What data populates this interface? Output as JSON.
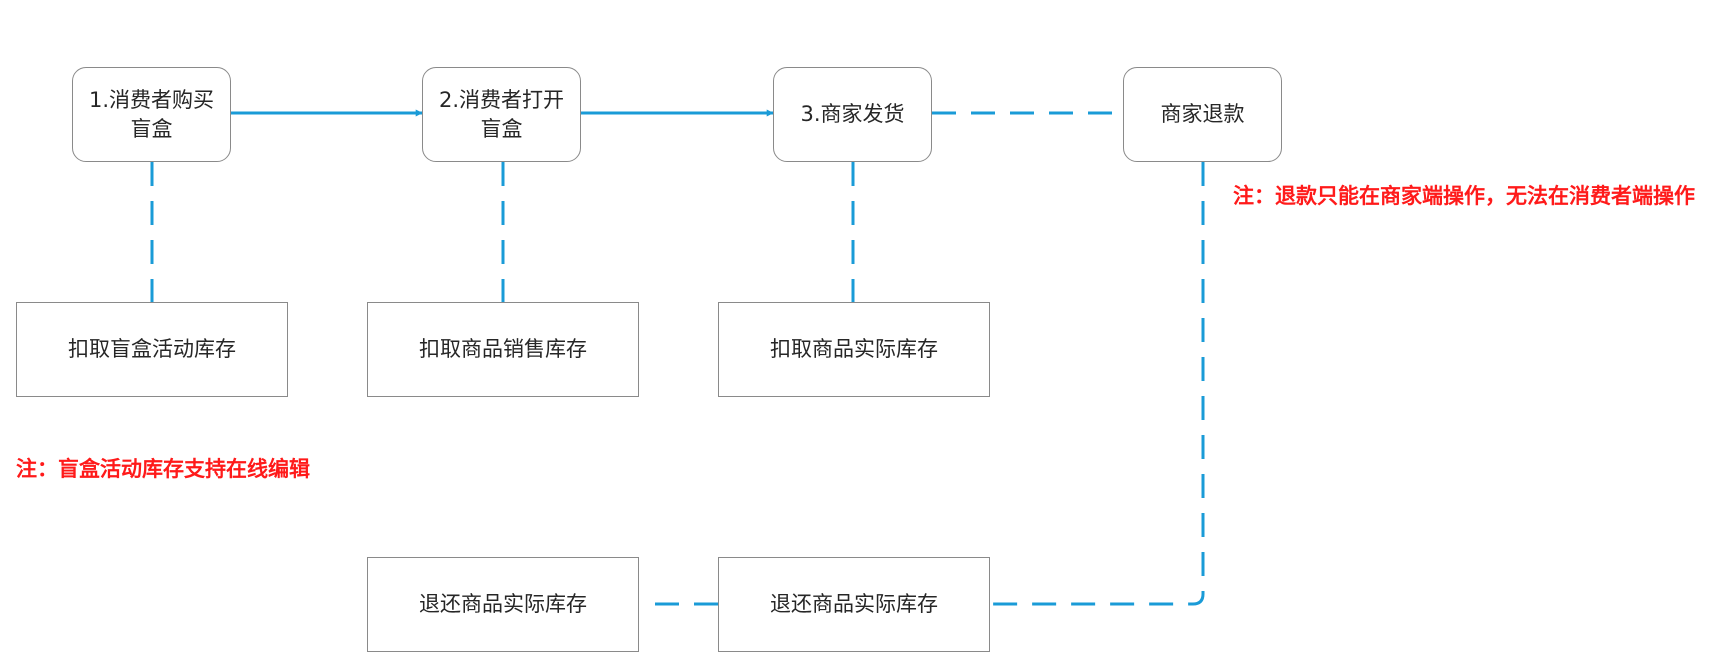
{
  "colors": {
    "connector": "#1a9bd7",
    "node_border": "#8a8a8a",
    "node_text": "#262626",
    "note_text": "#ff1a1a"
  },
  "steps": {
    "buy": "1.消费者购买盲盒",
    "open": "2.消费者打开盲盒",
    "ship": "3.商家发货",
    "refund": "商家退款"
  },
  "boxes": {
    "deduct_activity": "扣取盲盒活动库存",
    "deduct_sales": "扣取商品销售库存",
    "deduct_actual": "扣取商品实际库存",
    "return_left": "退还商品实际库存",
    "return_right": "退还商品实际库存"
  },
  "notes": {
    "refund_note": "注：退款只能在商家端操作，无法在消费者端操作",
    "activity_note": "注：盲盒活动库存支持在线编辑"
  }
}
